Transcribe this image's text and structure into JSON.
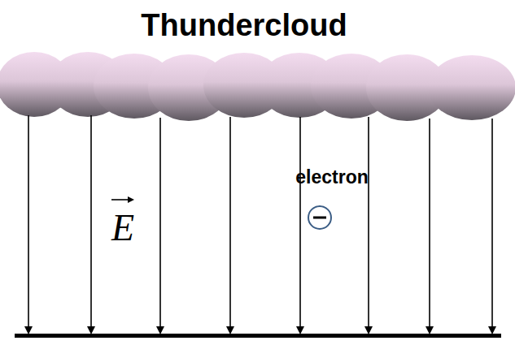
{
  "diagram": {
    "title": "Thundercloud",
    "labels": [
      "E",
      "electron"
    ]
  }
}
